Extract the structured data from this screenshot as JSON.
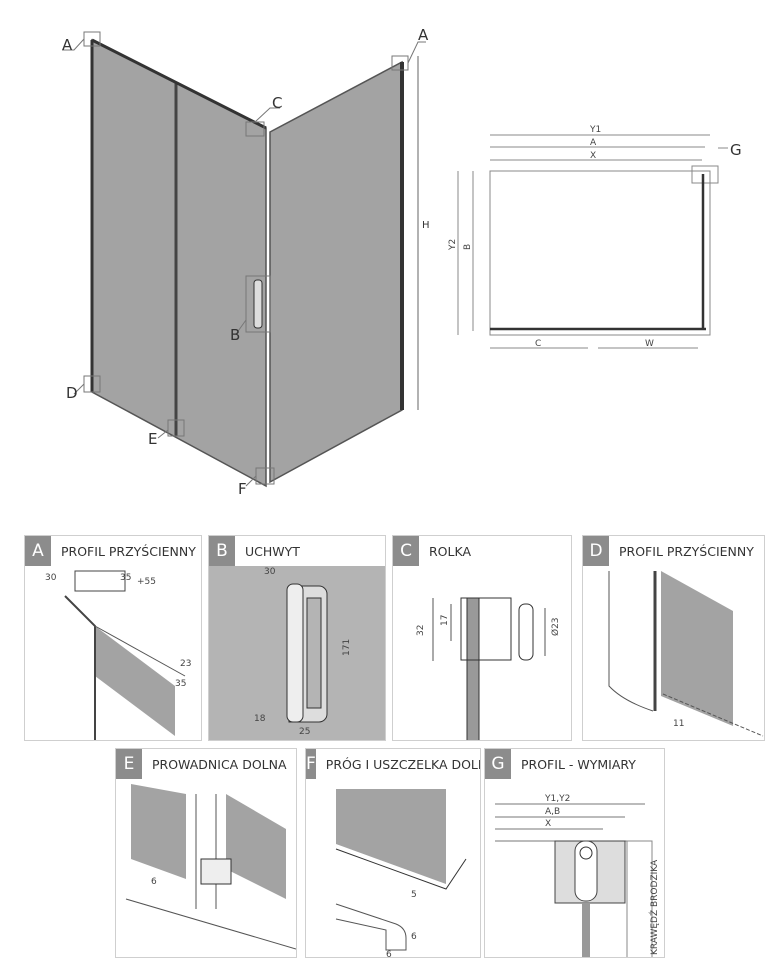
{
  "main_view": {
    "markers": {
      "a_left": "A",
      "a_right": "A",
      "b": "B",
      "c": "C",
      "d": "D",
      "e": "E",
      "f": "F"
    },
    "height_label": "H"
  },
  "plan_view": {
    "labels": {
      "y1": "Y1",
      "a": "A",
      "x": "X",
      "y2": "Y2",
      "b": "B",
      "c": "C",
      "w": "W",
      "g": "G"
    }
  },
  "details": [
    {
      "letter": "A",
      "title": "PROFIL PRZYŚCIENNY",
      "dims": [
        "30",
        "35",
        "+55",
        "23",
        "35"
      ]
    },
    {
      "letter": "B",
      "title": "UCHWYT",
      "dims": [
        "30",
        "171",
        "18",
        "25"
      ]
    },
    {
      "letter": "C",
      "title": "ROLKA",
      "dims": [
        "32",
        "17",
        "Ø23"
      ]
    },
    {
      "letter": "D",
      "title": "PROFIL PRZYŚCIENNY",
      "dims": [
        "11"
      ]
    },
    {
      "letter": "E",
      "title": "PROWADNICA DOLNA",
      "dims": [
        "6"
      ]
    },
    {
      "letter": "F",
      "title": "PRÓG I USZCZELKA DOLNA",
      "dims": [
        "5",
        "6",
        "6"
      ]
    },
    {
      "letter": "G",
      "title": "PROFIL - WYMIARY",
      "dims": [
        "Y1,Y2",
        "A,B",
        "X"
      ],
      "edge_label": "KRAWĘDŹ BRODZIKA"
    }
  ]
}
